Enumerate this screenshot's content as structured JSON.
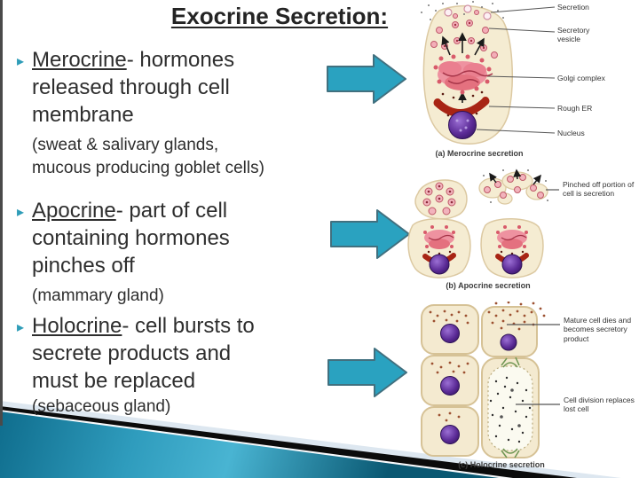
{
  "slide": {
    "title": "Exocrine Secretion:",
    "bullet_marker": "▸",
    "bullets": [
      {
        "term": "Merocrine",
        "line1_rest": "- hormones",
        "line2": "released through cell",
        "line3": "membrane ",
        "note_inline": "(sweat & salivary glands,",
        "note_line": "mucous producing goblet cells)"
      },
      {
        "term": "Apocrine",
        "line1_rest": "- part of cell",
        "line2": "containing hormones",
        "line3": "pinches off ",
        "note_inline": "(mammary gland)"
      },
      {
        "term": "Holocrine",
        "line1_rest": "- cell bursts to",
        "line2": "secrete products and",
        "line3": "must be replaced",
        "note_line": "(sebaceous gland)"
      }
    ]
  },
  "figures": {
    "merocrine": {
      "caption": "(a) Merocrine secretion",
      "labels": [
        "Secretion",
        "Secretory vesicle",
        "Golgi complex",
        "Rough ER",
        "Nucleus"
      ]
    },
    "apocrine": {
      "caption": "(b) Apocrine secretion",
      "labels": [
        "Pinched off portion of cell is secretion"
      ]
    },
    "holocrine": {
      "caption": "(c) Holocrine secretion",
      "labels": [
        "Mature cell dies and becomes secretory product",
        "Cell division replaces lost cell"
      ]
    }
  },
  "colors": {
    "accent_teal": "#2aa2c0",
    "wedge_teal_dark": "#0f6d8d",
    "wedge_teal_light": "#49b4d2",
    "cell_cream": "#f4ead0",
    "nucleus_purple": "#5a2a95",
    "golgi_pink": "#ee92a0",
    "er_red": "#a82414"
  }
}
